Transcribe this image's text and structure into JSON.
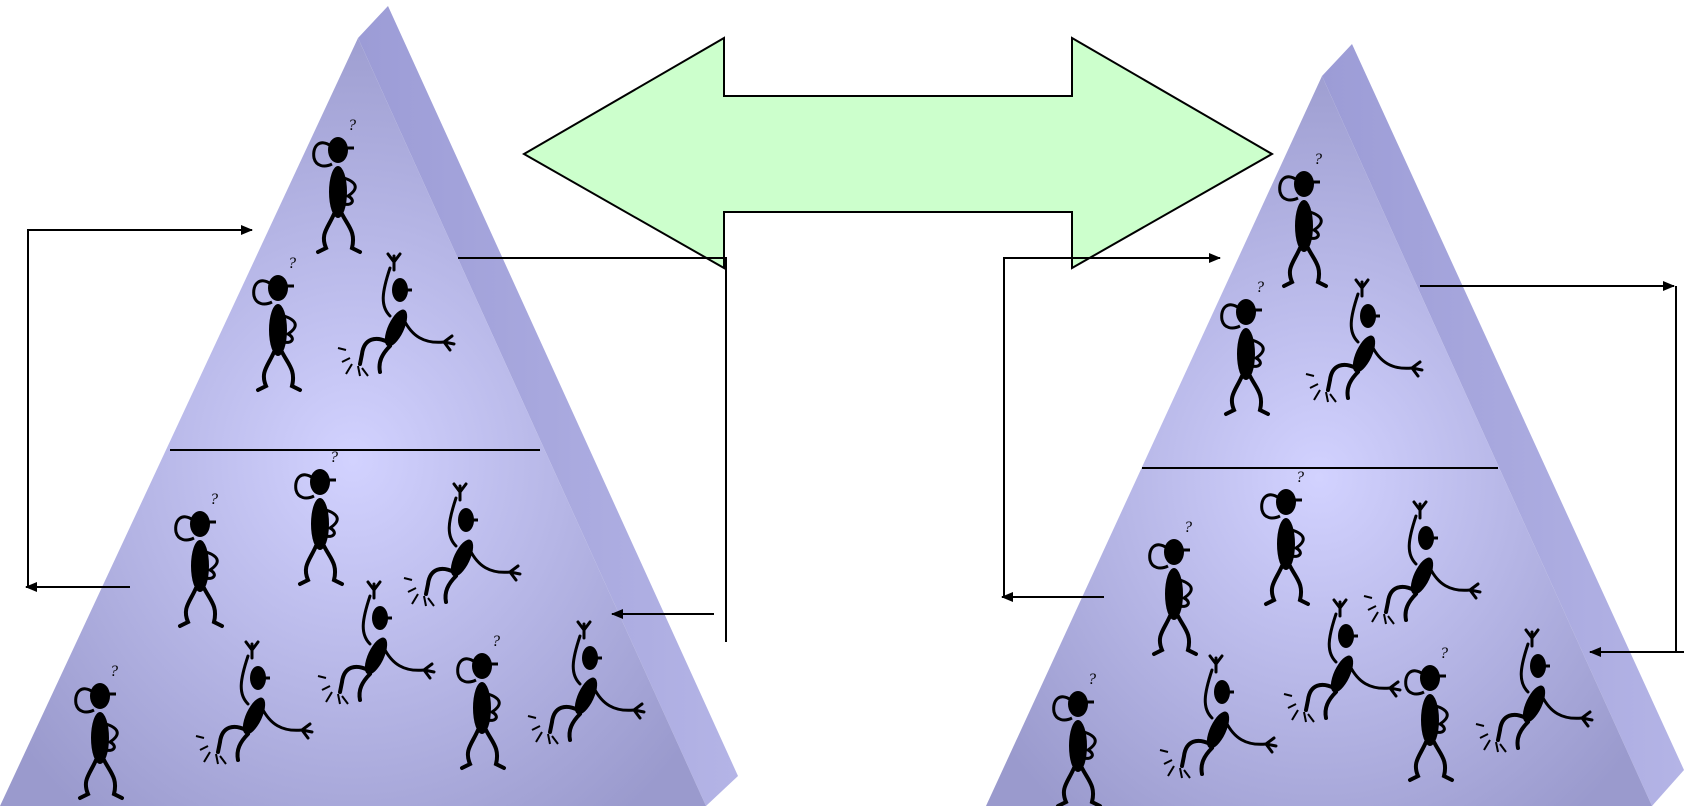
{
  "diagram": {
    "pyramids": [
      {
        "name": "left",
        "top_figures": {
          "confused": 2,
          "excited": 1
        },
        "bottom_figures": {
          "confused": 4,
          "excited": 4
        }
      },
      {
        "name": "right",
        "top_figures": {
          "confused": 2,
          "excited": 1
        },
        "bottom_figures": {
          "confused": 4,
          "excited": 4
        }
      }
    ],
    "connector": {
      "shape": "double-headed-arrow",
      "direction": "left-right"
    },
    "glyphs": {
      "question_mark": "?"
    },
    "colors": {
      "pyramid_face_light": "#cbcbfb",
      "pyramid_face_dark": "#9f9fd2",
      "pyramid_side": "#a8a8dd",
      "connector_fill": "#ccffcc",
      "line": "#000000"
    }
  }
}
